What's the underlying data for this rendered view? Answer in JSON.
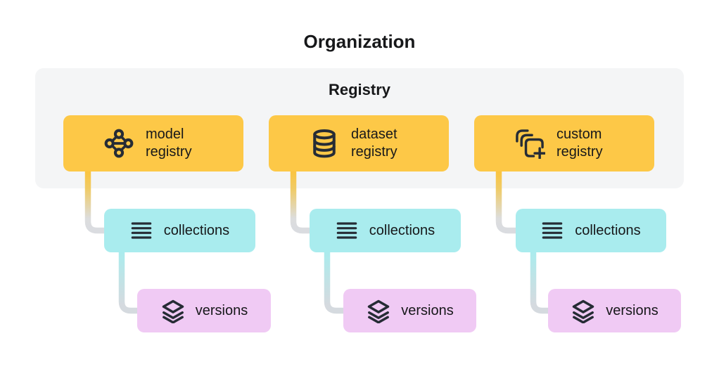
{
  "title": "Organization",
  "registry_panel": {
    "label": "Registry"
  },
  "columns": [
    {
      "registry_label": "model registry",
      "registry_icon": "model-graph-icon",
      "collections_label": "collections",
      "collections_icon": "list-lines-icon",
      "versions_label": "versions",
      "versions_icon": "layer-stack-icon"
    },
    {
      "registry_label": "dataset registry",
      "registry_icon": "database-icon",
      "collections_label": "collections",
      "collections_icon": "list-lines-icon",
      "versions_label": "versions",
      "versions_icon": "layer-stack-icon"
    },
    {
      "registry_label": "custom registry",
      "registry_icon": "stacked-squares-plus-icon",
      "collections_label": "collections",
      "collections_icon": "list-lines-icon",
      "versions_label": "versions",
      "versions_icon": "layer-stack-icon"
    }
  ],
  "colors": {
    "registry_box": "#FDC847",
    "collections_box": "#A9ECEE",
    "versions_box": "#F0CAF4",
    "panel_bg": "#F4F5F6",
    "connector_gray": "#D9DCDF",
    "ink": "#17181A",
    "icon_ink": "#262C35"
  }
}
